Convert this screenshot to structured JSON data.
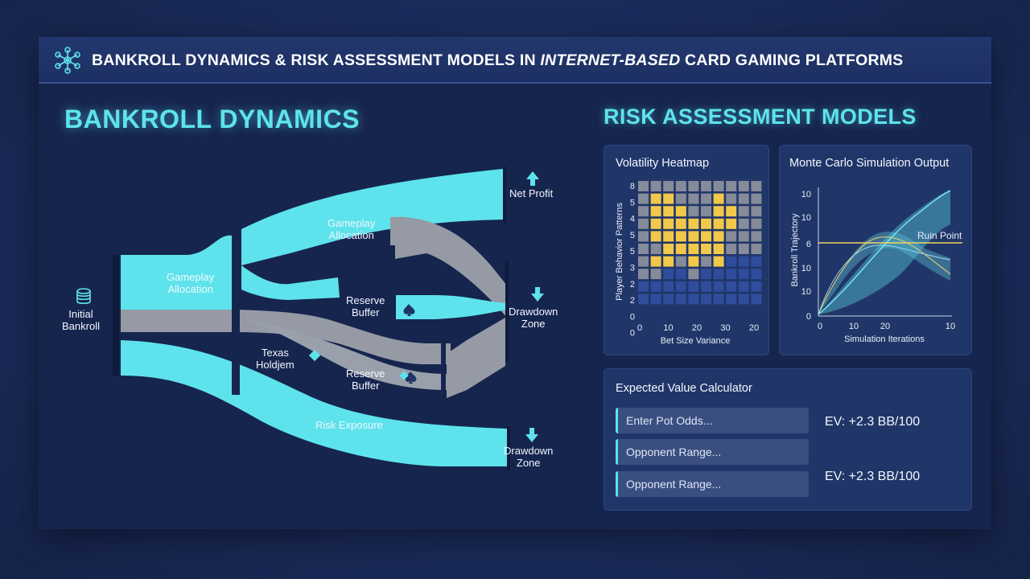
{
  "header": {
    "title_part1": "BANKROLL DYNAMICS & RISK ASSESSMENT MODELS IN ",
    "title_em": "INTERNET-BASED",
    "title_part2": " CARD GAMING PLATFORMS",
    "icon": "network-nodes-icon"
  },
  "bankroll": {
    "heading": "BANKROLL DYNAMICS",
    "nodes": {
      "initial": "Initial\nBankroll",
      "gameplay_left": "Gameplay\nAllocation",
      "gameplay_top": "Gameplay\nAllocation",
      "reserve_top": "Reserve\nBuffer",
      "texas": "Texas\nHoldjem",
      "reserve_bottom": "Reserve\nBuffer",
      "risk": "Risk Exposure",
      "net_profit": "Net Profit",
      "drawdown_mid": "Drawdown\nZone",
      "drawdown_bottom": "Drawdown\nZone"
    },
    "colors": {
      "cyan": "#5ee3ec",
      "gray": "#959aa5"
    }
  },
  "risk": {
    "heading": "RISK ASSESSMENT MODELS",
    "heatmap": {
      "title": "Volatility Heatmap",
      "xlabel": "Bet Size Variance",
      "ylabel": "Player Behavior Patterns",
      "xticks": [
        "0",
        "10",
        "20",
        "30",
        "20"
      ],
      "yticks": [
        "8",
        "5",
        "4",
        "5",
        "5",
        "3",
        "2",
        "2",
        "0",
        "0"
      ],
      "colors": {
        "hot": "#f2c84b",
        "mid": "#858b98",
        "cold": "#2f4d9c"
      }
    },
    "monte_carlo": {
      "title": "Monte Carlo Simulation Output",
      "xlabel": "Simulation Iterations",
      "ylabel": "Bankroll Trajectory",
      "xticks": [
        "0",
        "10",
        "20",
        "10"
      ],
      "yticks": [
        "10",
        "10",
        "6",
        "10",
        "10",
        "0"
      ],
      "ruin_label": "Ruin Point",
      "colors": {
        "ruin": "#f1d36b",
        "band": "#5ee3ec"
      }
    },
    "ev_calc": {
      "title": "Expected Value Calculator",
      "inputs": [
        "Enter Pot Odds...",
        "Opponent Range...",
        "Opponent Range..."
      ],
      "ev_1": "EV: +2.3 BB/100",
      "ev_2": "EV: +2.3 BB/100"
    }
  }
}
